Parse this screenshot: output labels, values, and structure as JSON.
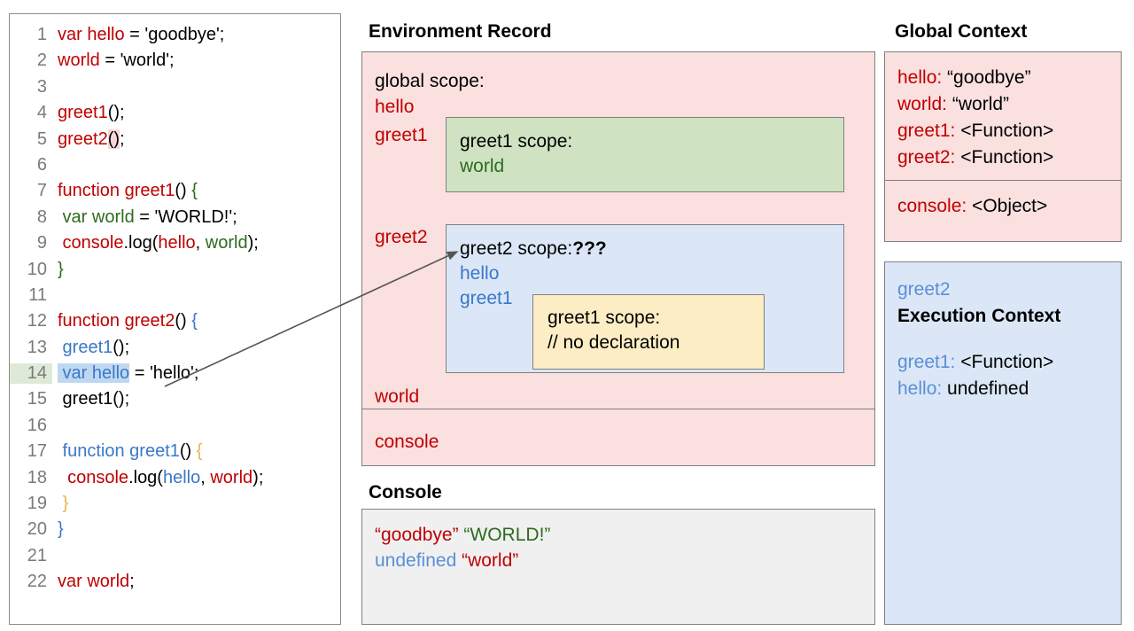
{
  "code_panel": {
    "lines": [
      {
        "num": "1",
        "highlight_gutter": false,
        "tokens": [
          {
            "t": "var hello",
            "c": "red"
          },
          {
            "t": " = 'goodbye';",
            "c": "black"
          }
        ]
      },
      {
        "num": "2",
        "highlight_gutter": false,
        "tokens": [
          {
            "t": "world",
            "c": "red"
          },
          {
            "t": " = 'world';",
            "c": "black"
          }
        ]
      },
      {
        "num": "3",
        "highlight_gutter": false,
        "tokens": []
      },
      {
        "num": "4",
        "highlight_gutter": false,
        "tokens": [
          {
            "t": "greet1",
            "c": "red"
          },
          {
            "t": "();",
            "c": "black"
          }
        ]
      },
      {
        "num": "5",
        "highlight_gutter": false,
        "tokens": [
          {
            "t": "greet2",
            "c": "red"
          },
          {
            "t": "()",
            "c": "black",
            "bg": "pink"
          },
          {
            "t": ";",
            "c": "black"
          }
        ]
      },
      {
        "num": "6",
        "highlight_gutter": false,
        "tokens": []
      },
      {
        "num": "7",
        "highlight_gutter": false,
        "tokens": [
          {
            "t": "function greet1",
            "c": "red"
          },
          {
            "t": "() ",
            "c": "black"
          },
          {
            "t": "{",
            "c": "green"
          }
        ]
      },
      {
        "num": "8",
        "highlight_gutter": false,
        "tokens": [
          {
            "t": " var world",
            "c": "green"
          },
          {
            "t": " = 'WORLD!';",
            "c": "black"
          }
        ]
      },
      {
        "num": "9",
        "highlight_gutter": false,
        "tokens": [
          {
            "t": " console",
            "c": "red"
          },
          {
            "t": ".log(",
            "c": "black"
          },
          {
            "t": "hello",
            "c": "red"
          },
          {
            "t": ", ",
            "c": "black"
          },
          {
            "t": "world",
            "c": "green"
          },
          {
            "t": ");",
            "c": "black"
          }
        ]
      },
      {
        "num": "10",
        "highlight_gutter": false,
        "tokens": [
          {
            "t": "}",
            "c": "green"
          }
        ]
      },
      {
        "num": "11",
        "highlight_gutter": false,
        "tokens": []
      },
      {
        "num": "12",
        "highlight_gutter": false,
        "tokens": [
          {
            "t": "function greet2",
            "c": "red"
          },
          {
            "t": "() ",
            "c": "black"
          },
          {
            "t": "{",
            "c": "blue"
          }
        ]
      },
      {
        "num": "13",
        "highlight_gutter": false,
        "tokens": [
          {
            "t": " greet1",
            "c": "blue"
          },
          {
            "t": "();",
            "c": "black"
          }
        ]
      },
      {
        "num": "14",
        "highlight_gutter": true,
        "tokens": [
          {
            "t": " var hello",
            "c": "blue",
            "bg": "blue"
          },
          {
            "t": " = 'hello';",
            "c": "black"
          }
        ]
      },
      {
        "num": "15",
        "highlight_gutter": false,
        "tokens": [
          {
            "t": " greet1();",
            "c": "black"
          }
        ]
      },
      {
        "num": "16",
        "highlight_gutter": false,
        "tokens": []
      },
      {
        "num": "17",
        "highlight_gutter": false,
        "tokens": [
          {
            "t": " function greet1",
            "c": "blue"
          },
          {
            "t": "() ",
            "c": "black"
          },
          {
            "t": "{",
            "c": "orange"
          }
        ]
      },
      {
        "num": "18",
        "highlight_gutter": false,
        "tokens": [
          {
            "t": "  console",
            "c": "red"
          },
          {
            "t": ".log(",
            "c": "black"
          },
          {
            "t": "hello",
            "c": "blue"
          },
          {
            "t": ", ",
            "c": "black"
          },
          {
            "t": "world",
            "c": "red"
          },
          {
            "t": ");",
            "c": "black"
          }
        ]
      },
      {
        "num": "19",
        "highlight_gutter": false,
        "tokens": [
          {
            "t": " }",
            "c": "orange"
          }
        ]
      },
      {
        "num": "20",
        "highlight_gutter": false,
        "tokens": [
          {
            "t": "}",
            "c": "blue"
          }
        ]
      },
      {
        "num": "21",
        "highlight_gutter": false,
        "tokens": []
      },
      {
        "num": "22",
        "highlight_gutter": false,
        "tokens": [
          {
            "t": "var world",
            "c": "red"
          },
          {
            "t": ";",
            "c": "black"
          }
        ]
      }
    ]
  },
  "environment_record": {
    "title": "Environment Record",
    "global_scope_label": "global scope:",
    "bindings": {
      "hello": "hello",
      "greet1": "greet1",
      "greet2": "greet2",
      "world": "world",
      "console": "console"
    },
    "greet1_scope": {
      "header": "greet1 scope:",
      "entries": [
        "world"
      ]
    },
    "greet2_scope": {
      "header": "greet2 scope:",
      "header_suffix": "???",
      "entries": [
        "hello",
        "greet1"
      ],
      "inner_greet1_scope": {
        "header": "greet1 scope:",
        "note": "// no declaration"
      }
    }
  },
  "console": {
    "title": "Console",
    "lines": [
      [
        {
          "t": "“goodbye” ",
          "c": "#c00000"
        },
        {
          "t": "“WORLD!”",
          "c": "#2e6b1f"
        }
      ],
      [
        {
          "t": "undefined ",
          "c": "#5b8fd6"
        },
        {
          "t": "“world”",
          "c": "#c00000"
        }
      ]
    ]
  },
  "global_context": {
    "title": "Global Context",
    "vars": [
      {
        "key": "hello",
        "value": " “goodbye”"
      },
      {
        "key": "world",
        "value": " “world”"
      },
      {
        "key": "greet1",
        "value": " <Function>"
      },
      {
        "key": "greet2",
        "value": " <Function>"
      }
    ],
    "objects": [
      {
        "key": "console",
        "value": " <Object>"
      }
    ]
  },
  "execution_context": {
    "name": "greet2",
    "heading": "Execution Context",
    "vars": [
      {
        "key": "greet1",
        "value": " <Function>"
      },
      {
        "key": "hello",
        "value": " undefined"
      }
    ]
  },
  "colors": {
    "red": "#c00000",
    "green": "#2e6b1f",
    "blue": "#3a78c8",
    "orange": "#e8b44a",
    "black": "#000000",
    "pink_bg": "#fbe0e0",
    "green_bg": "#cfe3c3",
    "blue_bg": "#dbe7f7",
    "yellow_bg": "#fcedc4",
    "console_bg": "#f0f0f0",
    "border": "#808080"
  }
}
